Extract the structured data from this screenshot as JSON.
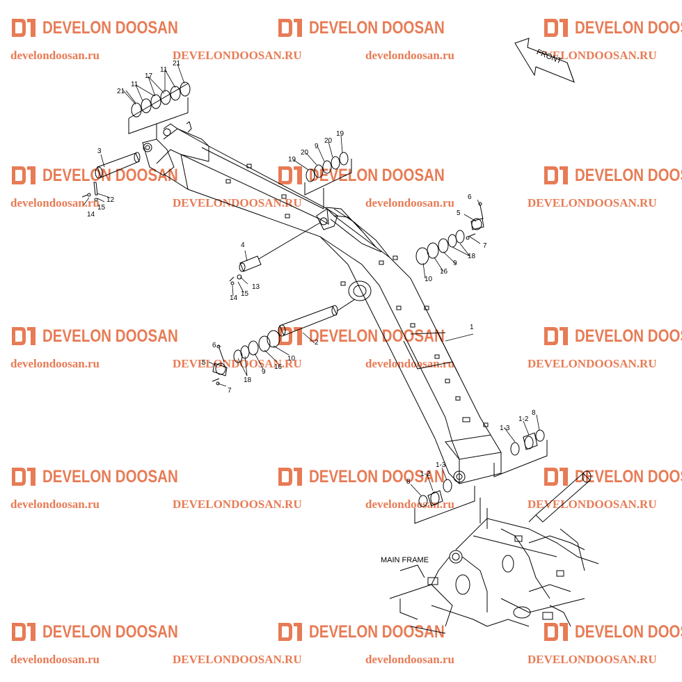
{
  "watermark": {
    "brand": "DEVELON DOOSAN",
    "site_lower": "develondoosan.ru",
    "site_upper": "DEVELONDOOSAN.RU",
    "color": "#e77b55"
  },
  "diagram": {
    "front_label": "FRONT",
    "main_frame_label": "MAIN FRAME",
    "part_numbers": {
      "p1": "1",
      "p2": "2",
      "p3": "3",
      "p4": "4",
      "p5a": "5",
      "p5b": "5",
      "p6a": "6",
      "p6b": "6",
      "p7a": "7",
      "p7b": "7",
      "p8a": "8",
      "p8b": "8",
      "p9a": "9",
      "p9b": "9",
      "p9c": "9",
      "p10a": "10",
      "p10b": "10",
      "p11a": "11",
      "p11b": "11",
      "p12": "12",
      "p13": "13",
      "p14a": "14",
      "p14b": "14",
      "p15a": "15",
      "p15b": "15",
      "p16a": "16",
      "p16b": "16",
      "p17": "17",
      "p18a": "18",
      "p18b": "18",
      "p19a": "19",
      "p19b": "19",
      "p20a": "20",
      "p20b": "20",
      "p21a": "21",
      "p21b": "21",
      "p1_2a": "1-2",
      "p1_2b": "1-2",
      "p1_3a": "1-3",
      "p1_3b": "1-3"
    }
  }
}
